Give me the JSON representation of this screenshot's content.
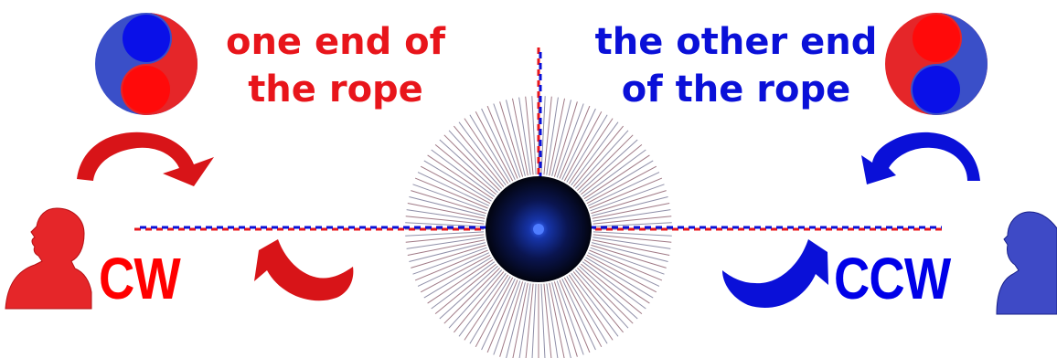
{
  "captions": {
    "left": [
      "one end of",
      "the rope"
    ],
    "right": [
      "the other end",
      "of the rope"
    ]
  },
  "labels": {
    "left_rotation": "CW",
    "right_rotation": "CCW"
  },
  "colors": {
    "red": "#e8151b",
    "blue": "#0a10d8",
    "sphere": "#040a2a",
    "sphere_glow": "#2050ff",
    "rays": "#8a8aa0",
    "head_red": "#e52629",
    "head_blue": "#3e4ac6"
  },
  "icons": {
    "left_circle": "yin-yang-icon",
    "right_circle": "yin-yang-icon",
    "left_arrow_top": "curved-arrow-clockwise-icon",
    "left_arrow_bottom": "curved-arrow-clockwise-icon",
    "right_arrow_top": "curved-arrow-counterclockwise-icon",
    "right_arrow_bottom": "curved-arrow-counterclockwise-icon",
    "left_person": "person-silhouette-icon",
    "right_person": "person-silhouette-icon"
  }
}
